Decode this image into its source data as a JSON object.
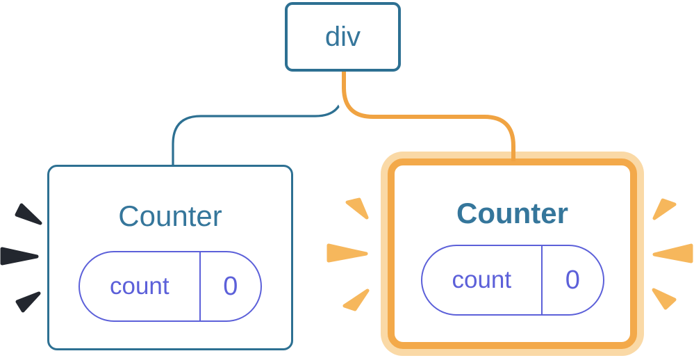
{
  "diagram": {
    "parent": {
      "label": "div"
    },
    "children": [
      {
        "title": "Counter",
        "highlighted": false,
        "pill": {
          "key": "count",
          "value": "0"
        },
        "spark_style": "dark-navy"
      },
      {
        "title": "Counter",
        "highlighted": true,
        "pill": {
          "key": "count",
          "value": "0"
        },
        "spark_style": "orange"
      }
    ]
  },
  "colors": {
    "canvas-bg": "#FFFFFF",
    "steel": "#2D7092",
    "steel-text": "#35769B",
    "purple": "#5C60D9",
    "orange": "#F3A94A",
    "orange-core": "#F0A342",
    "orange-light": "#FAD9A6",
    "orange-spark": "#F6B75C",
    "dark-spark": "#23272F"
  }
}
